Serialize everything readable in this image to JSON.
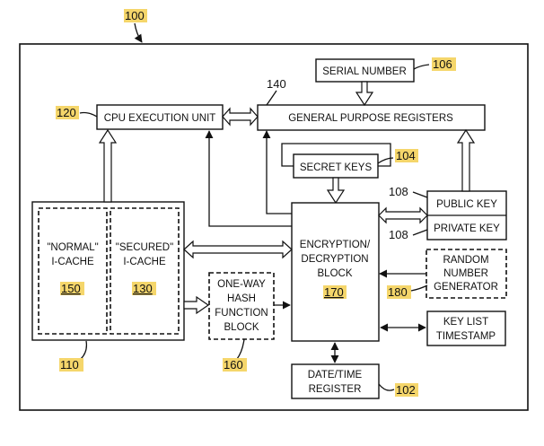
{
  "figure": {
    "ref_main": "100",
    "ref_registers": "140",
    "cpu_unit": {
      "label": "CPU EXECUTION UNIT",
      "ref": "120"
    },
    "gp_registers": {
      "label": "GENERAL PURPOSE REGISTERS"
    },
    "serial_number": {
      "label": "SERIAL NUMBER",
      "ref": "106"
    },
    "secret_keys": {
      "label": "SECRET KEYS",
      "ref": "104"
    },
    "public_key": {
      "label": "PUBLIC KEY",
      "ref": "108"
    },
    "private_key": {
      "label": "PRIVATE KEY",
      "ref": "108"
    },
    "encryption_block": {
      "line1": "ENCRYPTION/",
      "line2": "DECRYPTION",
      "line3": "BLOCK",
      "ref": "170"
    },
    "rng": {
      "line1": "RANDOM",
      "line2": "NUMBER",
      "line3": "GENERATOR",
      "ref": "180"
    },
    "key_list": {
      "line1": "KEY LIST",
      "line2": "TIMESTAMP"
    },
    "date_time": {
      "line1": "DATE/TIME",
      "line2": "REGISTER",
      "ref": "102"
    },
    "hash_block": {
      "line1": "ONE-WAY",
      "line2": "HASH",
      "line3": "FUNCTION",
      "line4": "BLOCK",
      "ref": "160"
    },
    "normal_cache": {
      "line1": "\"NORMAL\"",
      "line2": "I-CACHE",
      "ref": "150"
    },
    "secured_cache": {
      "line1": "\"SECURED\"",
      "line2": "I-CACHE",
      "ref": "130"
    },
    "cache_group_ref": "110"
  },
  "colors": {
    "highlight": "#f5d66b",
    "ink": "#111111"
  }
}
